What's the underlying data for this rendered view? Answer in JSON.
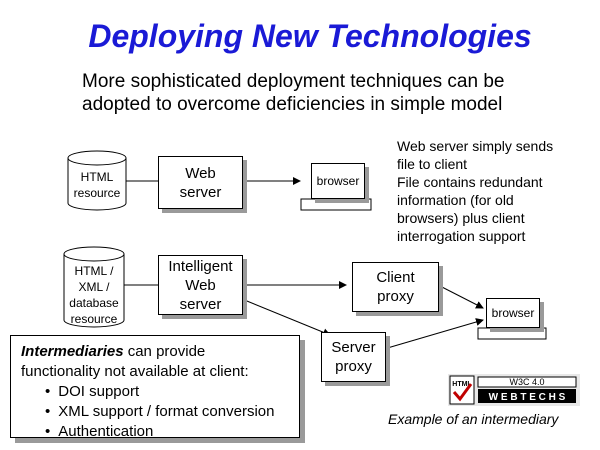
{
  "title": "Deploying New Technologies",
  "subtitle": [
    "More sophisticated deployment techniques can be",
    "adopted to overcome deficiencies in simple model"
  ],
  "note": [
    "Web server simply sends",
    "file to client",
    "File contains redundant",
    "information (for old",
    "browsers) plus client",
    "interrogation support"
  ],
  "cylinders": {
    "html_resource": [
      "HTML",
      "resource"
    ],
    "multi_resource": [
      "HTML /",
      "XML  /",
      "database",
      "resource"
    ]
  },
  "boxes": {
    "web_server": [
      "Web",
      "server"
    ],
    "browser_top": "browser",
    "intelligent_server": [
      "Intelligent",
      "Web",
      "server"
    ],
    "client_proxy": [
      "Client",
      "proxy"
    ],
    "browser_bottom": "browser",
    "server_proxy": [
      "Server",
      "proxy"
    ]
  },
  "intermediaries": {
    "lead_bold": "Intermediaries",
    "lead_rest": " can provide",
    "line2": "functionality not available at client:",
    "items": [
      "DOI support",
      "XML support / format conversion",
      "Authentication"
    ]
  },
  "logo": {
    "top": "W3C 4.0",
    "bottom": "W E B T E C H S",
    "mark": "HTML"
  },
  "caption": "Example of an intermediary"
}
